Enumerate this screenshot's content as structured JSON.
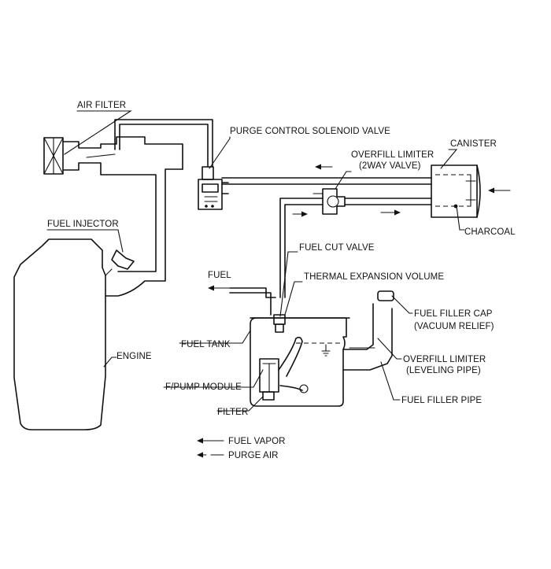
{
  "labels": {
    "air_filter": "AIR FILTER",
    "purge_control_solenoid_valve": "PURGE CONTROL SOLENOID VALVE",
    "canister": "CANISTER",
    "overfill_limiter_2way": "OVERFILL LIMITER",
    "overfill_limiter_2way_sub": "(2WAY VALVE)",
    "fuel_injector": "FUEL INJECTOR",
    "charcoal": "CHARCOAL",
    "fuel_cut_valve": "FUEL CUT VALVE",
    "fuel": "FUEL",
    "thermal_expansion_volume": "THERMAL EXPANSION VOLUME",
    "fuel_filler_cap": "FUEL FILLER CAP",
    "fuel_filler_cap_sub": "(VACUUM RELIEF)",
    "fuel_tank": "FUEL TANK",
    "overfill_limiter_leveling": "OVERFILL LIMITER",
    "overfill_limiter_leveling_sub": "(LEVELING PIPE)",
    "engine": "ENGINE",
    "fpump_module": "F/PUMP MODULE",
    "fuel_filler_pipe": "FUEL FILLER PIPE",
    "filter": "FILTER"
  },
  "legend": {
    "fuel_vapor": "FUEL VAPOR",
    "purge_air": "PURGE AIR"
  }
}
